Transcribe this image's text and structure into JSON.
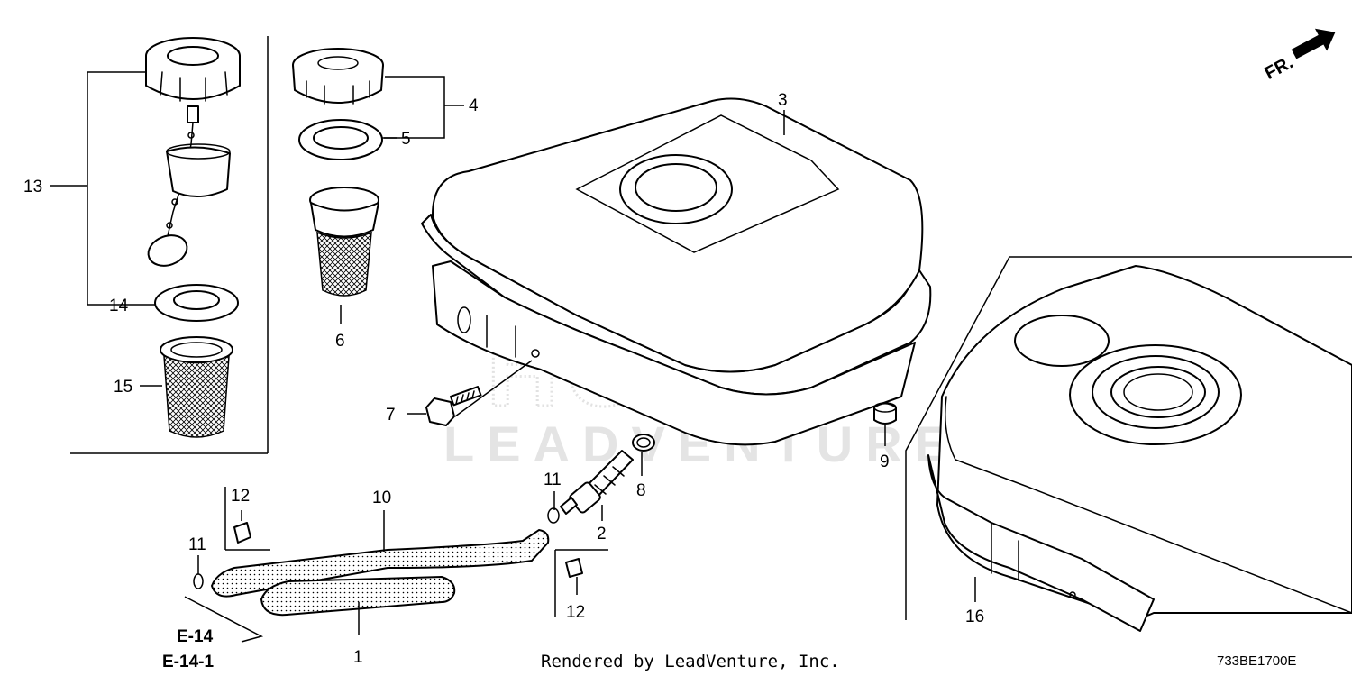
{
  "diagram": {
    "watermark": {
      "brand": "HONDA",
      "company": "LEADVENTURE"
    },
    "direction_marker": {
      "label": "FR.",
      "icon": "front-arrow-icon"
    },
    "callouts": {
      "c1": "1",
      "c2": "2",
      "c3": "3",
      "c4": "4",
      "c5": "5",
      "c6": "6",
      "c7": "7",
      "c8": "8",
      "c9": "9",
      "c10": "10",
      "c11a": "11",
      "c11b": "11",
      "c12a": "12",
      "c12b": "12",
      "c13": "13",
      "c14": "14",
      "c15": "15",
      "c16": "16"
    },
    "references": [
      "E-14",
      "E-14-1"
    ],
    "footer": {
      "credit": "Rendered by LeadVenture, Inc.",
      "diagram_code": "733BE1700E"
    }
  }
}
